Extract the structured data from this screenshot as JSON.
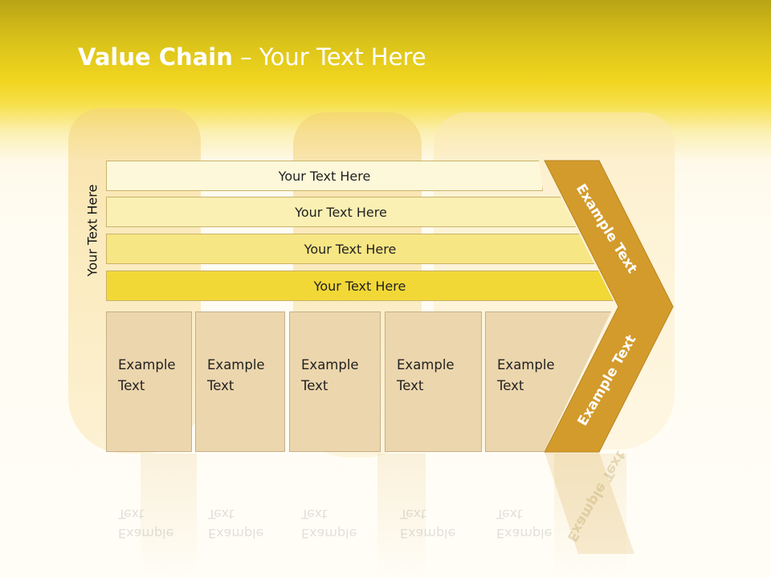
{
  "title": {
    "bold": "Value Chain",
    "rest": " – Your Text Here"
  },
  "side_label": "Your Text Here",
  "bars": [
    {
      "label": "Your Text Here",
      "color": "#fdf8d9"
    },
    {
      "label": "Your Text Here",
      "color": "#fbf0b3"
    },
    {
      "label": "Your Text Here",
      "color": "#f7e684"
    },
    {
      "label": "Your Text Here",
      "color": "#f2d836"
    }
  ],
  "cards": [
    {
      "line1": "Example",
      "line2": "Text"
    },
    {
      "line1": "Example",
      "line2": "Text"
    },
    {
      "line1": "Example",
      "line2": "Text"
    },
    {
      "line1": "Example",
      "line2": "Text"
    },
    {
      "line1": "Example",
      "line2": "Text"
    }
  ],
  "chevron": {
    "top_label": "Example Text",
    "bottom_label": "Example Text",
    "color": "#d39b2c",
    "border": "#b88522"
  }
}
